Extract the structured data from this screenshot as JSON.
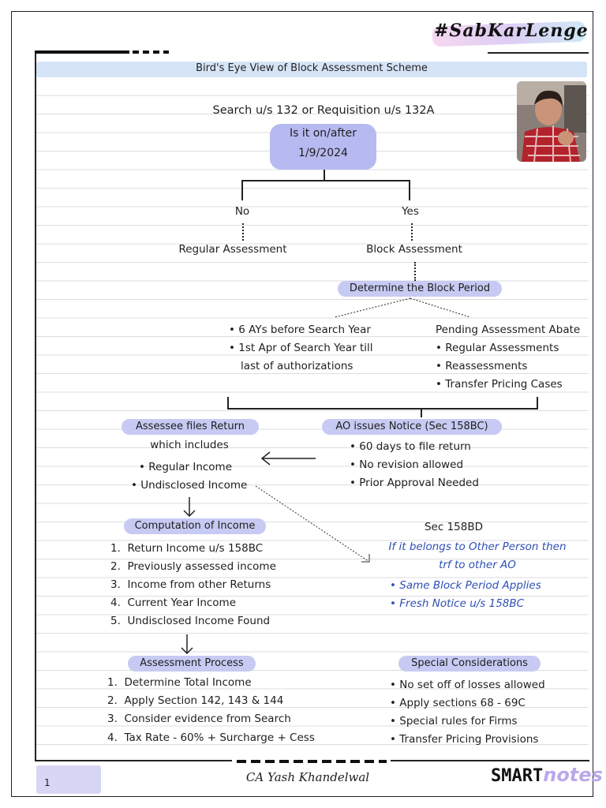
{
  "hashtag": "#SabKarLenge",
  "title": "Bird's Eye View of Block Assessment Scheme",
  "search_heading": "Search u/s 132 or Requisition u/s 132A",
  "decision": {
    "line1": "Is it on/after",
    "line2": "1/9/2024"
  },
  "branch_no": "No",
  "branch_yes": "Yes",
  "regular_assessment": "Regular Assessment",
  "block_assessment": "Block Assessment",
  "determine_block_period": "Determine the Block Period",
  "block_period_left": [
    "6 AYs before Search Year",
    "1st Apr of Search Year till",
    "last of authorizations"
  ],
  "pending_heading": "Pending Assessment Abate",
  "pending_items": [
    "Regular Assessments",
    "Reassessments",
    "Transfer Pricing Cases"
  ],
  "assessee_files_return": "Assessee files Return",
  "which_includes": "which includes",
  "return_items": [
    "Regular Income",
    "Undisclosed Income"
  ],
  "ao_notice": "AO issues Notice (Sec 158BC)",
  "ao_items": [
    "60 days to file return",
    "No revision allowed",
    "Prior Approval Needed"
  ],
  "computation_heading": "Computation of Income",
  "computation_items": [
    "Return Income u/s 158BC",
    "Previously assessed income",
    "Income from other Returns",
    "Current Year Income",
    "Undisclosed Income Found"
  ],
  "sec_158bd": "Sec 158BD",
  "other_person_line1": "If it belongs to Other Person then",
  "other_person_line2": "trf to other AO",
  "other_person_items": [
    "Same Block Period Applies",
    "Fresh Notice u/s 158BC"
  ],
  "assessment_process": "Assessment Process",
  "process_items": [
    "Determine Total Income",
    "Apply Section 142, 143 & 144",
    "Consider evidence from Search",
    "Tax Rate - 60% + Surcharge + Cess"
  ],
  "special_considerations": "Special Considerations",
  "special_items": [
    "No set off of losses allowed",
    "Apply sections 68 - 69C",
    "Special rules for Firms",
    "Transfer Pricing Provisions"
  ],
  "footer": {
    "page_number": "1",
    "author": "CA Yash Khandelwal",
    "brand_a": "SMART",
    "brand_b": "notes"
  },
  "colors": {
    "pill": "#c7caf2",
    "bubble": "#b7baf0",
    "title_band": "#d6e4f7",
    "blue_text": "#2f4fb4"
  }
}
